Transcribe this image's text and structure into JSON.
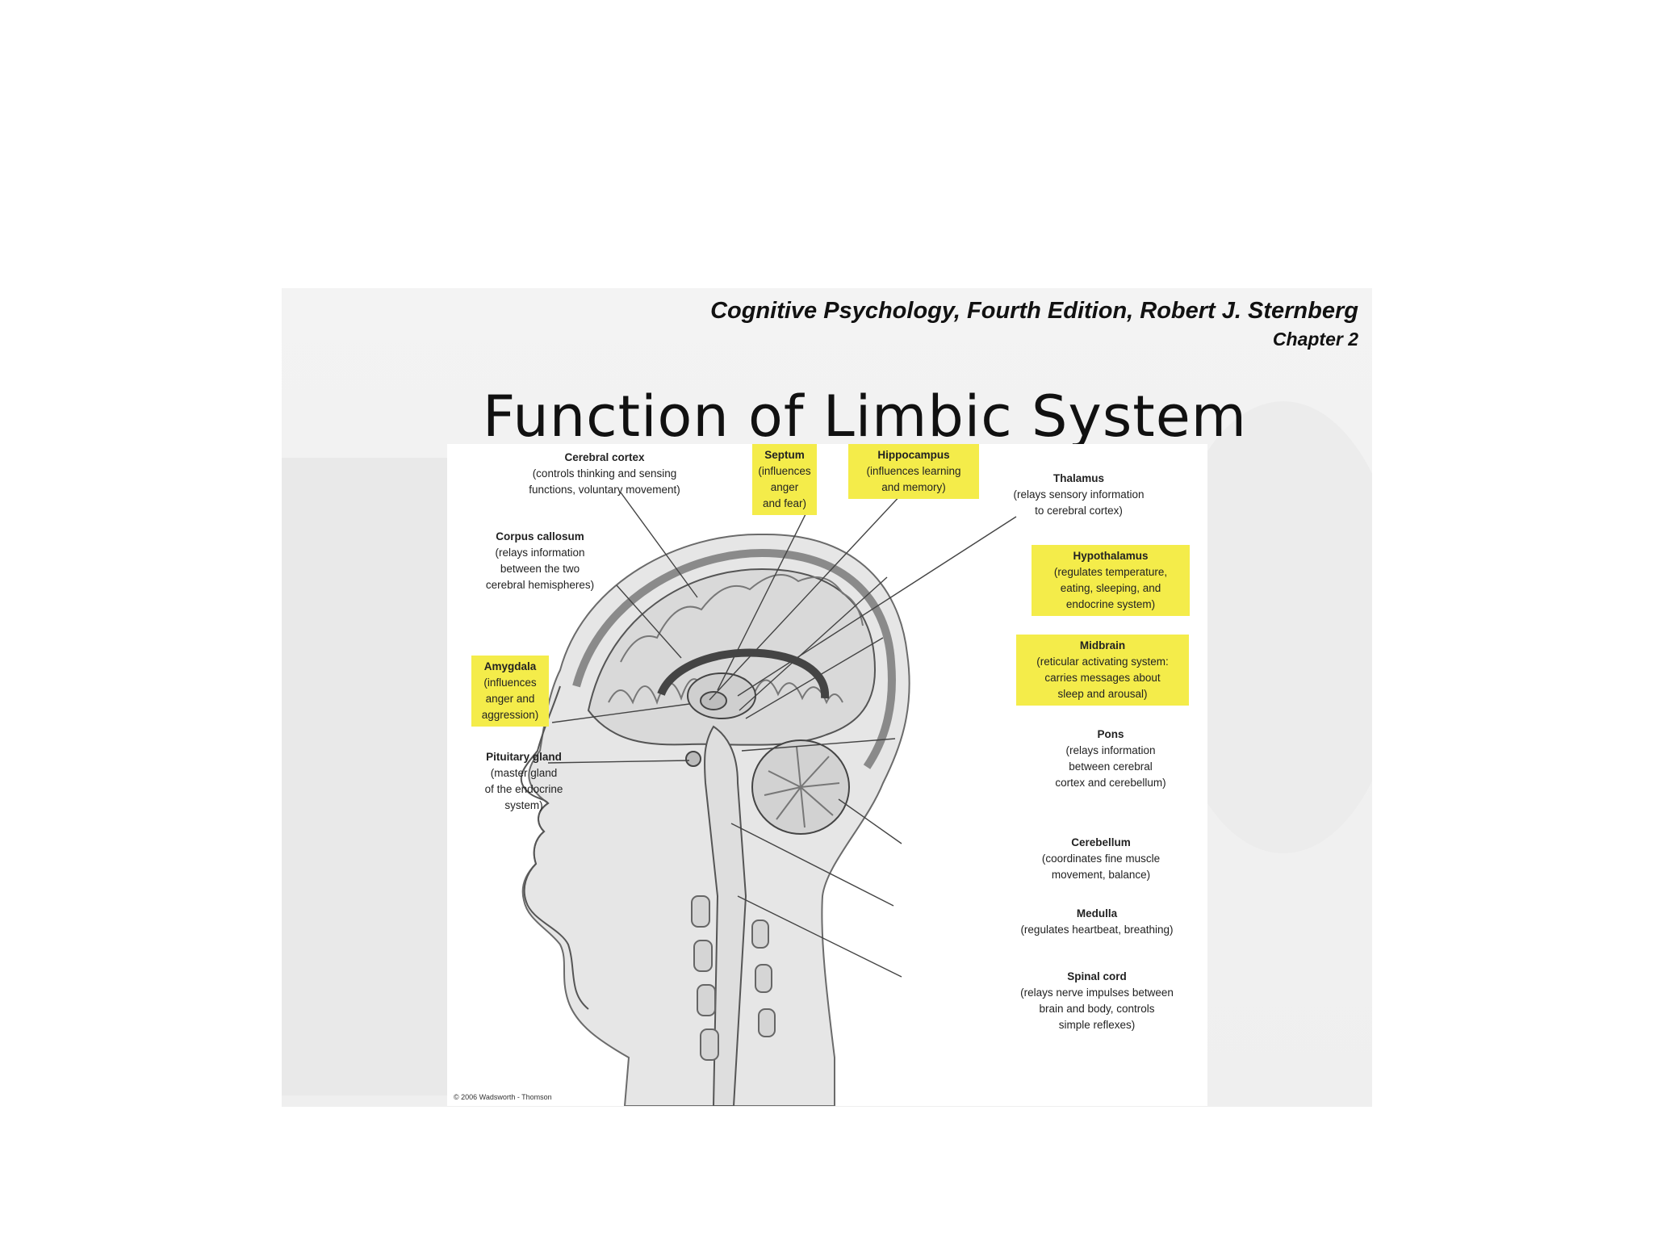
{
  "header": {
    "book": "Cognitive Psychology, Fourth Edition, Robert J. Sternberg",
    "chapter": "Chapter 2"
  },
  "title": "Function of Limbic System",
  "colors": {
    "highlight": "#f4ec4a",
    "slide_bg": "#f0f0f0"
  },
  "labels": {
    "cerebral_cortex": {
      "name": "Cerebral cortex",
      "desc": "(controls thinking and sensing\nfunctions, voluntary movement)"
    },
    "septum": {
      "name": "Septum",
      "desc": "(influences\nanger\nand fear)"
    },
    "hippocampus": {
      "name": "Hippocampus",
      "desc": "(influences learning\nand memory)"
    },
    "thalamus": {
      "name": "Thalamus",
      "desc": "(relays sensory information\nto cerebral cortex)"
    },
    "corpus_callosum": {
      "name": "Corpus callosum",
      "desc": "(relays information\nbetween the two\ncerebral hemispheres)"
    },
    "hypothalamus": {
      "name": "Hypothalamus",
      "desc": "(regulates temperature,\neating, sleeping, and\nendocrine system)"
    },
    "midbrain": {
      "name": "Midbrain",
      "desc": "(reticular activating system:\ncarries messages about\nsleep and arousal)"
    },
    "amygdala": {
      "name": "Amygdala",
      "desc": "(influences\nanger and\naggression)"
    },
    "pons": {
      "name": "Pons",
      "desc": "(relays information\nbetween cerebral\ncortex and cerebellum)"
    },
    "pituitary_gland": {
      "name": "Pituitary gland",
      "desc": "(master gland\nof the endocrine\nsystem)"
    },
    "cerebellum": {
      "name": "Cerebellum",
      "desc": "(coordinates fine muscle\nmovement, balance)"
    },
    "medulla": {
      "name": "Medulla",
      "desc": "(regulates heartbeat, breathing)"
    },
    "spinal_cord": {
      "name": "Spinal cord",
      "desc": "(relays nerve impulses between\nbrain and body, controls\nsimple reflexes)"
    }
  },
  "copyright": "© 2006 Wadsworth - Thomson"
}
